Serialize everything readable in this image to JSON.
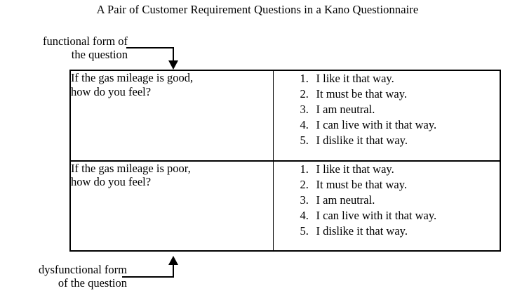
{
  "figure": {
    "title": "A Pair of Customer Requirement Questions in a Kano Questionnaire",
    "background_color": "#ffffff",
    "line_color": "#000000",
    "text_color": "#000000"
  },
  "annotations": {
    "functional": {
      "line1": "functional form of",
      "line2": "the question",
      "arrow": "arrow-down"
    },
    "dysfunctional": {
      "line1": "dysfunctional form",
      "line2": "of the question",
      "arrow": "arrow-up"
    }
  },
  "table": {
    "rows": [
      {
        "question": {
          "line1": "If the gas mileage is good,",
          "line2": "how do you feel?"
        },
        "answers": [
          {
            "num": "1.",
            "text": "I like it that way."
          },
          {
            "num": "2.",
            "text": "It must be that way."
          },
          {
            "num": "3.",
            "text": "I am neutral."
          },
          {
            "num": "4.",
            "text": "I can live with it that way."
          },
          {
            "num": "5.",
            "text": "I dislike it that way."
          }
        ]
      },
      {
        "question": {
          "line1": "If the gas mileage is poor,",
          "line2": "how do you feel?"
        },
        "answers": [
          {
            "num": "1.",
            "text": "I like it that way."
          },
          {
            "num": "2.",
            "text": "It must be that way."
          },
          {
            "num": "3.",
            "text": "I am neutral."
          },
          {
            "num": "4.",
            "text": "I can live with it that way."
          },
          {
            "num": "5.",
            "text": "I dislike it that way."
          }
        ]
      }
    ]
  }
}
